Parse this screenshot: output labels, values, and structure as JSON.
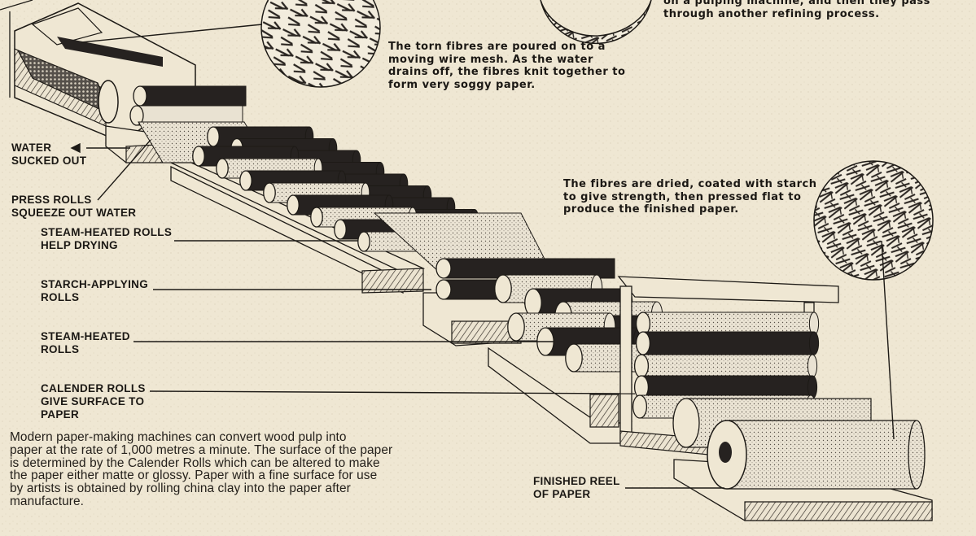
{
  "captions": {
    "top_right_partial": "on a pulping machine, and then they pass\nthrough another refining process.",
    "mesh": "The torn fibres are poured on to a\nmoving wire mesh. As the water\ndrains off, the fibres knit together to\nform very soggy paper.",
    "dried": "The fibres are dried, coated with starch\nto give strength, then pressed flat to\nproduce the finished paper."
  },
  "labels": {
    "water": "WATER\nSUCKED OUT",
    "press": "PRESS ROLLS\nSQUEEZE OUT WATER",
    "steam_drying": "STEAM-HEATED ROLLS\nHELP DRYING",
    "starch": "STARCH-APPLYING\nROLLS",
    "steam": "STEAM-HEATED\nROLLS",
    "calender": "CALENDER ROLLS\nGIVE SURFACE TO\nPAPER",
    "reel": "FINISHED REEL\nOF PAPER"
  },
  "body": {
    "paragraph": "Modern paper-making machines can convert wood pulp into\npaper at the rate of 1,000 metres a minute. The surface of the paper\nis determined by the Calender Rolls which can be altered to make\nthe paper either matte or glossy. Paper with a fine surface for use\nby artists is obtained by rolling china clay into the paper after\nmanufacture."
  },
  "colors": {
    "paper": "#efe7d3",
    "ink": "#1d1a16",
    "roll_light": "#e9e2d2",
    "roll_dark": "#262220"
  }
}
